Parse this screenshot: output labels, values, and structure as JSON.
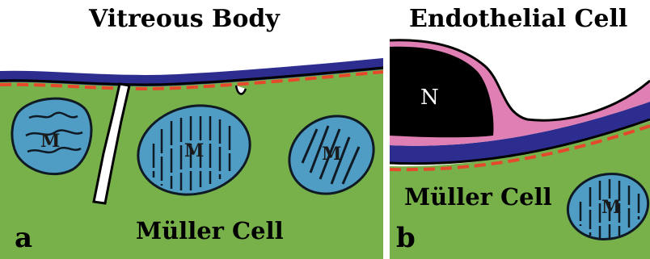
{
  "panel_a": {
    "title": "Vitreous Body",
    "region_label": "Müller Cell",
    "panel_letter": "a",
    "mitochondria": [
      "M",
      "M",
      "M"
    ]
  },
  "panel_b": {
    "title": "Endothelial Cell",
    "region_label": "Müller Cell",
    "panel_letter": "b",
    "nucleus_label": "N",
    "mitochondria": [
      "M"
    ]
  },
  "colors": {
    "muller_cell": "#78b04a",
    "basement_membrane": "#2c2d8e",
    "plasma_membrane_dots": "#e5482a",
    "mitochondria": "#4f9cc4",
    "endothelial_cytoplasm": "#e07fb4",
    "nucleus": "#000000"
  }
}
